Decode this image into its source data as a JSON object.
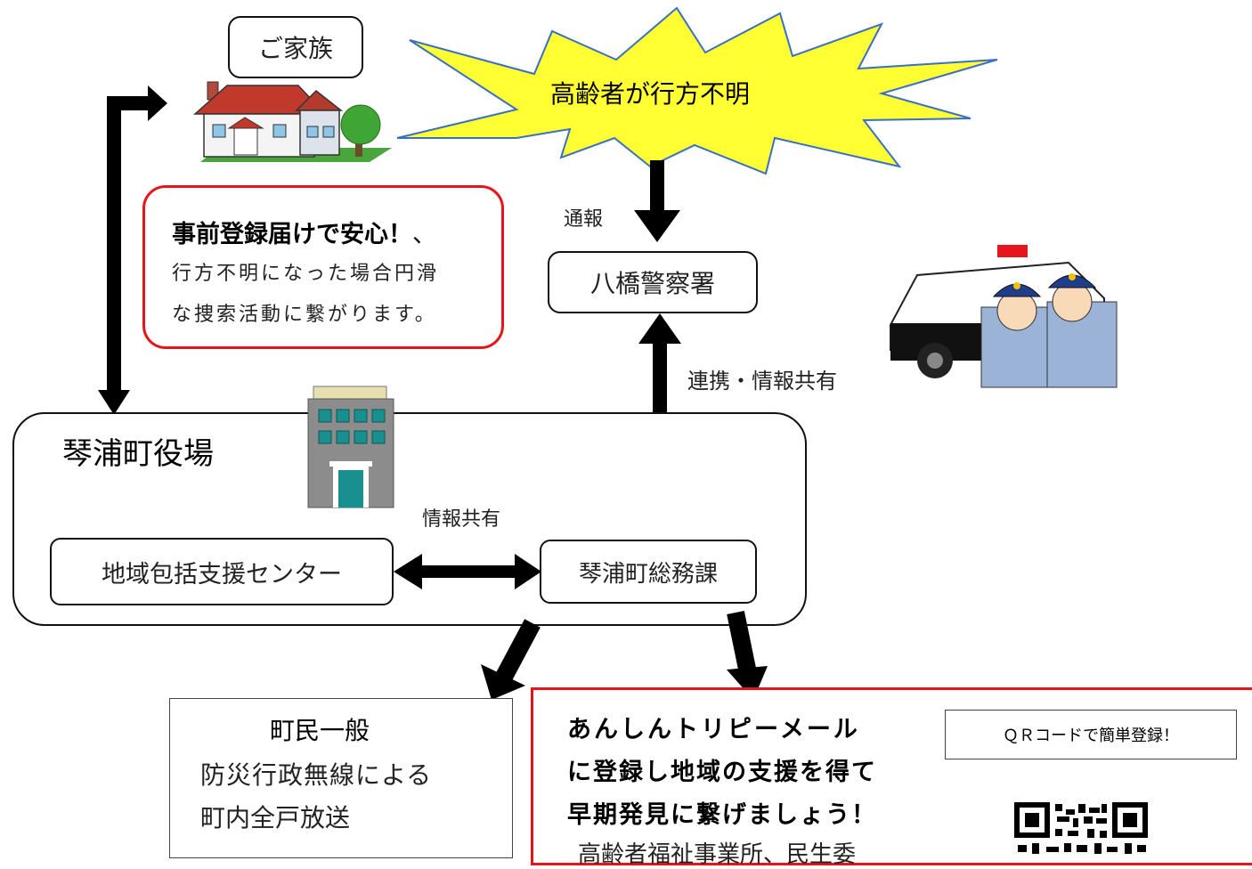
{
  "family": {
    "label": "ご家族"
  },
  "burst": {
    "text": "高齢者が行方不明"
  },
  "report": {
    "label": "通報"
  },
  "police": {
    "label": "八橋警察署"
  },
  "cooperation": {
    "label": "連携・情報共有"
  },
  "registration": {
    "headline": "事前登録届けで安心！",
    "comma": "、",
    "line1": "行方不明になった場合円滑",
    "line2": "な捜索活動に繋がります。"
  },
  "town_office": {
    "title": "琴浦町役場"
  },
  "info_share": {
    "label": "情報共有"
  },
  "support_center": {
    "label": "地域包括支援センター"
  },
  "general_affairs": {
    "label": "琴浦町総務課"
  },
  "residents": {
    "title": "町民一般",
    "line1": "防災行政無線による",
    "line2": "町内全戸放送"
  },
  "mail": {
    "line1": "あんしんトリピーメール",
    "line2": "に登録し地域の支援を得て",
    "line3": "早期発見に繋げましょう！",
    "line4": "高齢者福祉事業所、民生委"
  },
  "qr": {
    "label": "ＱＲコードで簡単登録！"
  },
  "colors": {
    "accent_red": "#e8141b",
    "burst_yellow": "#ffff33",
    "burst_outline": "#3b6fc4"
  }
}
